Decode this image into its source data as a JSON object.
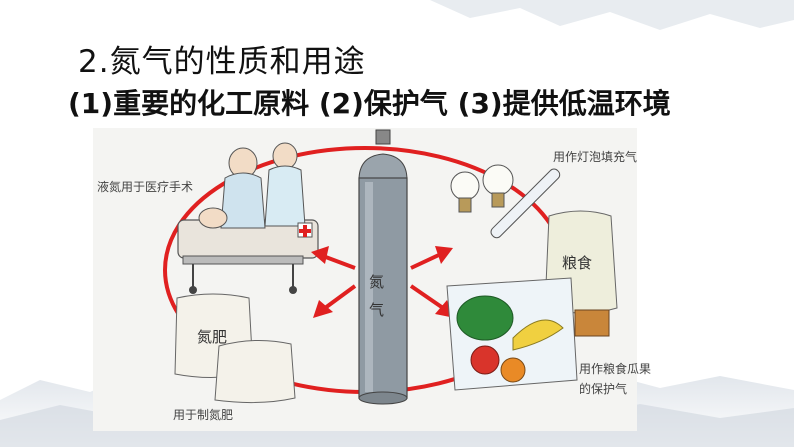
{
  "heading": "2.氮气的性质和用途",
  "subheading": "(1)重要的化工原料 (2)保护气 (3)提供低温环境",
  "illustration": {
    "cylinder_label": "氮气",
    "captions": {
      "medical": "液氮用于医疗手术",
      "lamp": "用作灯泡填充气",
      "fertilizer": "用于制氮肥",
      "food_line1": "用作粮食瓜果",
      "food_line2": "的保护气"
    },
    "bag_labels": {
      "grain": "粮食",
      "fertilizer": "氮肥"
    }
  },
  "colors": {
    "cycle_red": "#e02020",
    "cylinder": "#8f9aa3",
    "text": "#111111"
  }
}
